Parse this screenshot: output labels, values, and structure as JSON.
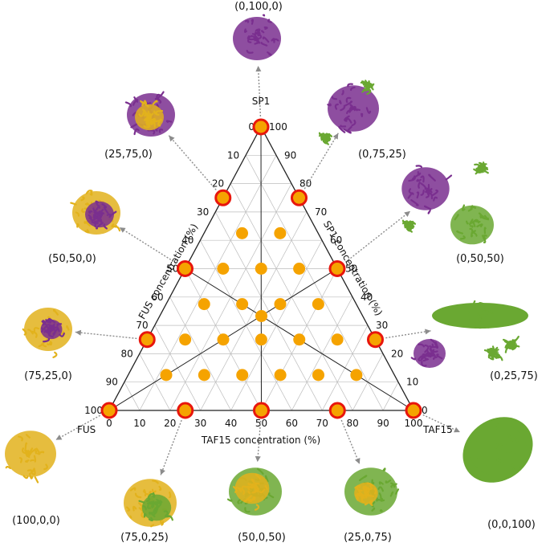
{
  "diagram": {
    "corners": {
      "top": "SP1",
      "left": "FUS",
      "right": "TAF15"
    },
    "axis_titles": {
      "bottom": "TAF15 concentration (%)",
      "left": "FUS concentration (%)",
      "right": "SP1 concentration (%)"
    },
    "tick_values": [
      "0",
      "10",
      "20",
      "30",
      "40",
      "50",
      "60",
      "70",
      "80",
      "90",
      "100"
    ],
    "colors": {
      "fus": "#e2b21c",
      "sp1": "#7a2f8f",
      "taf15": "#6aa832",
      "grid_point": "#f5a300",
      "sim_ring": "#e8160c",
      "grid_line": "#bdbdbd",
      "edge": "#222222",
      "arrow": "#8c8c8c"
    },
    "simulated": [
      {
        "label": "(0,100,0)",
        "fus": 0,
        "sp1": 100,
        "taf15": 0,
        "cluster": "sp1"
      },
      {
        "label": "(0,75,25)",
        "fus": 0,
        "sp1": 75,
        "taf15": 25,
        "cluster": "sp1_taf15_small"
      },
      {
        "label": "(0,50,50)",
        "fus": 0,
        "sp1": 50,
        "taf15": 50,
        "cluster": "sp1_taf15_split"
      },
      {
        "label": "(0,25,75)",
        "fus": 0,
        "sp1": 25,
        "taf15": 75,
        "cluster": "taf15_sp1_split"
      },
      {
        "label": "(0,0,100)",
        "fus": 0,
        "sp1": 0,
        "taf15": 100,
        "cluster": "taf15"
      },
      {
        "label": "(25,0,75)",
        "fus": 25,
        "sp1": 0,
        "taf15": 75,
        "cluster": "taf15_fus"
      },
      {
        "label": "(50,0,50)",
        "fus": 50,
        "sp1": 0,
        "taf15": 50,
        "cluster": "fus_taf15"
      },
      {
        "label": "(75,0,25)",
        "fus": 75,
        "sp1": 0,
        "taf15": 25,
        "cluster": "fus_taf15_b"
      },
      {
        "label": "(100,0,0)",
        "fus": 100,
        "sp1": 0,
        "taf15": 0,
        "cluster": "fus"
      },
      {
        "label": "(75,25,0)",
        "fus": 75,
        "sp1": 25,
        "taf15": 0,
        "cluster": "fus_sp1"
      },
      {
        "label": "(50,50,0)",
        "fus": 50,
        "sp1": 50,
        "taf15": 0,
        "cluster": "fus_sp1_b"
      },
      {
        "label": "(25,75,0)",
        "fus": 25,
        "sp1": 75,
        "taf15": 0,
        "cluster": "sp1_fus"
      }
    ],
    "grid_points": [
      {
        "fus": 25,
        "sp1": 62.5,
        "taf15": 12.5
      },
      {
        "fus": 12.5,
        "sp1": 62.5,
        "taf15": 25
      },
      {
        "fus": 37.5,
        "sp1": 50,
        "taf15": 12.5
      },
      {
        "fus": 25,
        "sp1": 50,
        "taf15": 25
      },
      {
        "fus": 12.5,
        "sp1": 50,
        "taf15": 37.5
      },
      {
        "fus": 50,
        "sp1": 37.5,
        "taf15": 12.5
      },
      {
        "fus": 37.5,
        "sp1": 37.5,
        "taf15": 25
      },
      {
        "fus": 25,
        "sp1": 37.5,
        "taf15": 37.5
      },
      {
        "fus": 12.5,
        "sp1": 37.5,
        "taf15": 50
      },
      {
        "fus": 62.5,
        "sp1": 25,
        "taf15": 12.5
      },
      {
        "fus": 50,
        "sp1": 25,
        "taf15": 25
      },
      {
        "fus": 37.5,
        "sp1": 25,
        "taf15": 37.5
      },
      {
        "fus": 25,
        "sp1": 25,
        "taf15": 50
      },
      {
        "fus": 12.5,
        "sp1": 25,
        "taf15": 62.5
      },
      {
        "fus": 75,
        "sp1": 12.5,
        "taf15": 12.5
      },
      {
        "fus": 62.5,
        "sp1": 12.5,
        "taf15": 25
      },
      {
        "fus": 50,
        "sp1": 12.5,
        "taf15": 37.5
      },
      {
        "fus": 37.5,
        "sp1": 12.5,
        "taf15": 50
      },
      {
        "fus": 25,
        "sp1": 12.5,
        "taf15": 62.5
      },
      {
        "fus": 12.5,
        "sp1": 12.5,
        "taf15": 75
      },
      {
        "fus": 33.3,
        "sp1": 33.3,
        "taf15": 33.4
      }
    ]
  }
}
